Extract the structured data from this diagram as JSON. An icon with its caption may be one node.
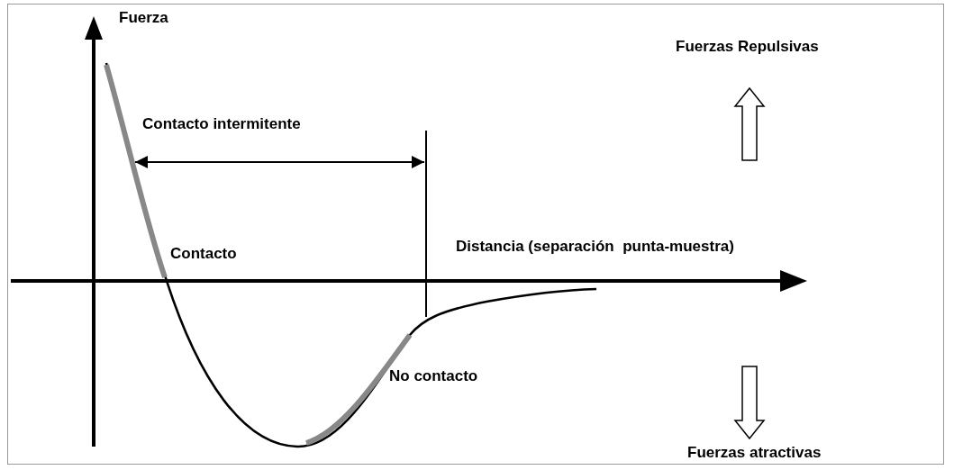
{
  "diagram": {
    "labels": [
      "Fuerza",
      "Fuerzas Repulsivas",
      "Contacto intermitente",
      "Contacto",
      "Distancia (separación  punta-muestra)",
      "No contacto",
      "Fuerzas atractivas"
    ]
  }
}
